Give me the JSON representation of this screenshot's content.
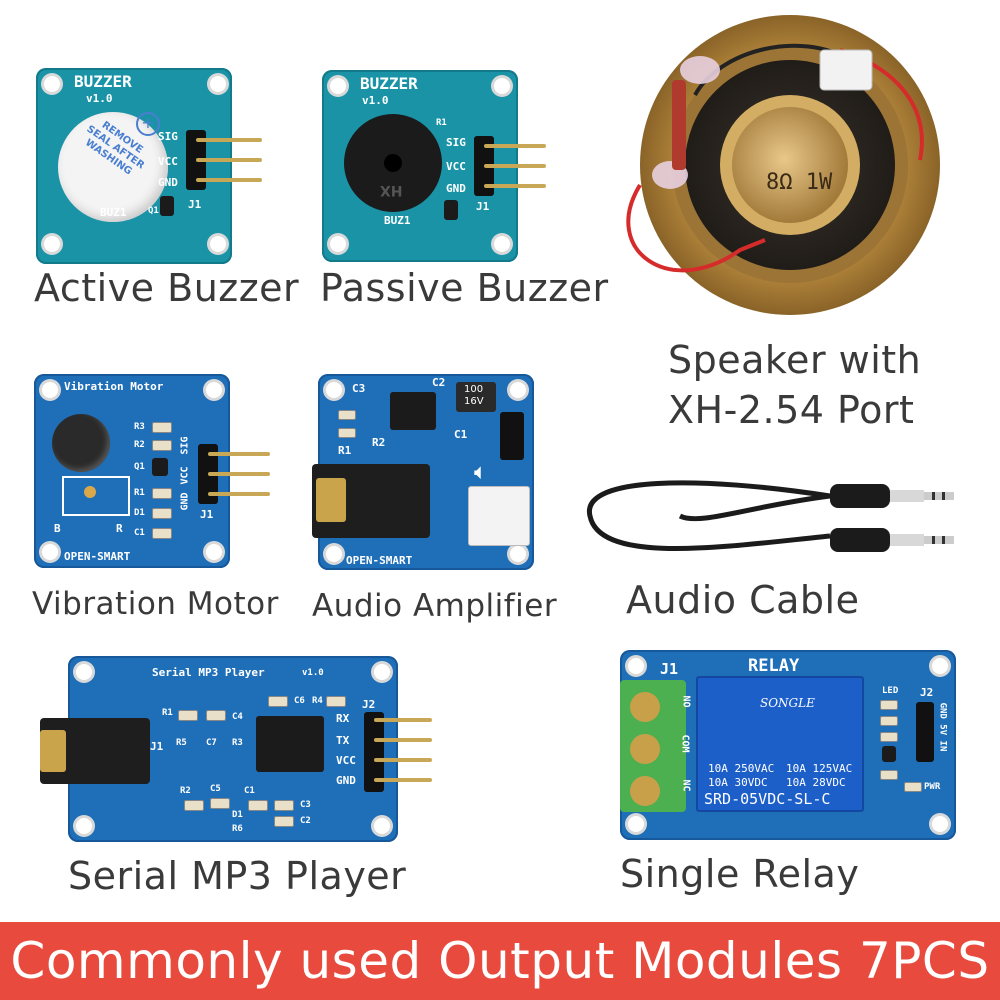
{
  "modules": {
    "active_buzzer": {
      "label": "Active Buzzer",
      "pcb_title": "BUZZER",
      "pcb_version": "v1.0",
      "seal_text": "REMOVE SEAL AFTER WASHING",
      "pins": [
        "SIG",
        "VCC",
        "GND"
      ],
      "ref_j": "J1",
      "ref_buz": "BUZ1",
      "ref_q": "Q1"
    },
    "passive_buzzer": {
      "label": "Passive Buzzer",
      "pcb_title": "BUZZER",
      "pcb_version": "v1.0",
      "body_mark": "HX",
      "pins": [
        "SIG",
        "VCC",
        "GND"
      ],
      "ref_j": "J1",
      "ref_buz": "BUZ1",
      "ref_r": "R1"
    },
    "speaker": {
      "label_line1": "Speaker with",
      "label_line2": "XH-2.54 Port",
      "rating": "8Ω 1W"
    },
    "vibration_motor": {
      "label": "Vibration Motor",
      "pcb_title": "Vibration Motor",
      "brand": "OPEN-SMART",
      "pins": [
        "SIG",
        "VCC",
        "GND"
      ],
      "refs": [
        "R3",
        "R2",
        "Q1",
        "R1",
        "D1",
        "C1"
      ],
      "ref_j": "J1",
      "wire_b": "B",
      "wire_r": "R"
    },
    "audio_amplifier": {
      "label": "Audio Amplifier",
      "brand": "OPEN-SMART",
      "cap_mark_1": "100",
      "cap_mark_2": "16V",
      "refs": [
        "C3",
        "C2",
        "R1",
        "R2",
        "C1"
      ]
    },
    "audio_cable": {
      "label": "Audio Cable"
    },
    "serial_mp3": {
      "label": "Serial MP3 Player",
      "pcb_title": "Serial MP3 Player",
      "pcb_version": "v1.0",
      "pins": [
        "RX",
        "TX",
        "VCC",
        "GND"
      ],
      "ref_j2": "J2",
      "ref_j1": "J1",
      "refs": [
        "R1",
        "C4",
        "C6",
        "R4",
        "R5",
        "C7",
        "R3",
        "R2",
        "C5",
        "C1",
        "C3",
        "C2",
        "D1",
        "R6"
      ]
    },
    "single_relay": {
      "label": "Single Relay",
      "pcb_title": "RELAY",
      "ref_j1": "J1",
      "ref_j2": "J2",
      "terminals": [
        "NO",
        "COM",
        "NC"
      ],
      "brand": "SONGLE",
      "spec_1": "10A 250VAC",
      "spec_2": "10A 125VAC",
      "spec_3": "10A 30VDC",
      "spec_4": "10A 28VDC",
      "model": "SRD-05VDC-SL-C",
      "pin_label": "GND 5V IN",
      "led": "LED",
      "pwr": "PWR"
    }
  },
  "banner": {
    "text": "Commonly used Output Modules 7PCS"
  },
  "colors": {
    "banner": "#e84a3d",
    "pcb_blue": "#1f6fb8",
    "pcb_teal": "#1a93a6",
    "relay_blue": "#1d5fc9",
    "terminal_green": "#4caf50"
  }
}
